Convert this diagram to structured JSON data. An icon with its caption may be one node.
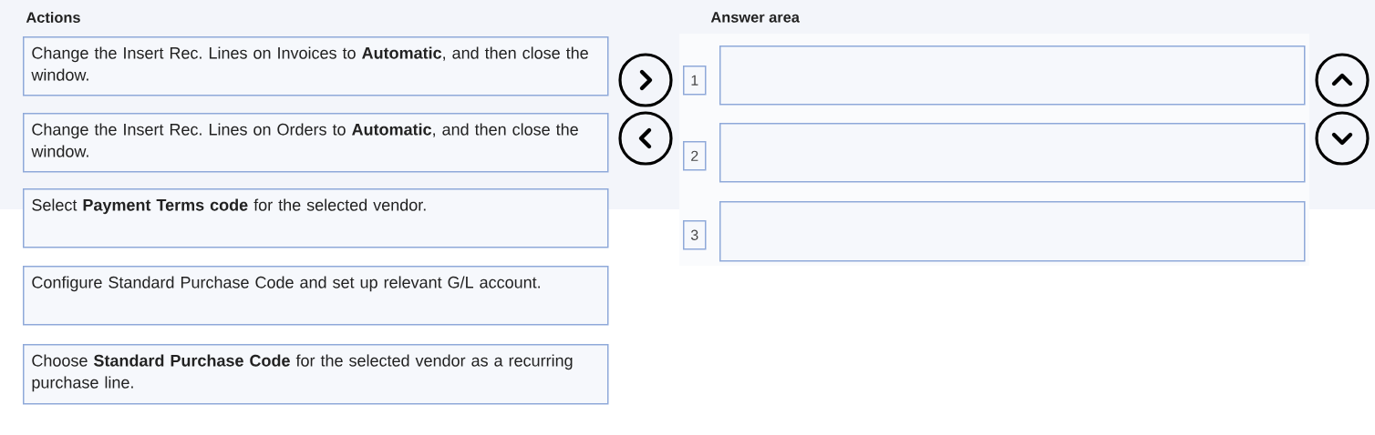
{
  "diagram": {
    "nodes": [
      {
        "text": [
          "Change the Insert Rec. Lines on Invoices to **Automatic**, and then close the window."
        ]
      },
      {
        "text": [
          "Change the Insert Rec. Lines on Orders to **Automatic**, and then close the window."
        ]
      },
      {
        "text": [
          "Select **Payment Terms code** for the selected vendor."
        ]
      },
      {
        "text": [
          "Configure Standard Purchase Code and set up relevant G/L account."
        ]
      },
      {
        "text": [
          "Choose **Standard Purchase Code** for the selected vendor as a recurring purchase line."
        ]
      },
      {
        "text": [
          "1"
        ]
      },
      {
        "text": [],
        "shape": "box"
      },
      {
        "text": [
          "2"
        ]
      },
      {
        "text": [],
        "shape": "box"
      },
      {
        "text": [
          "3"
        ]
      },
      {
        "text": [],
        "shape": "box"
      }
    ],
    "labels": [
      "Actions",
      "Answer area"
    ]
  }
}
